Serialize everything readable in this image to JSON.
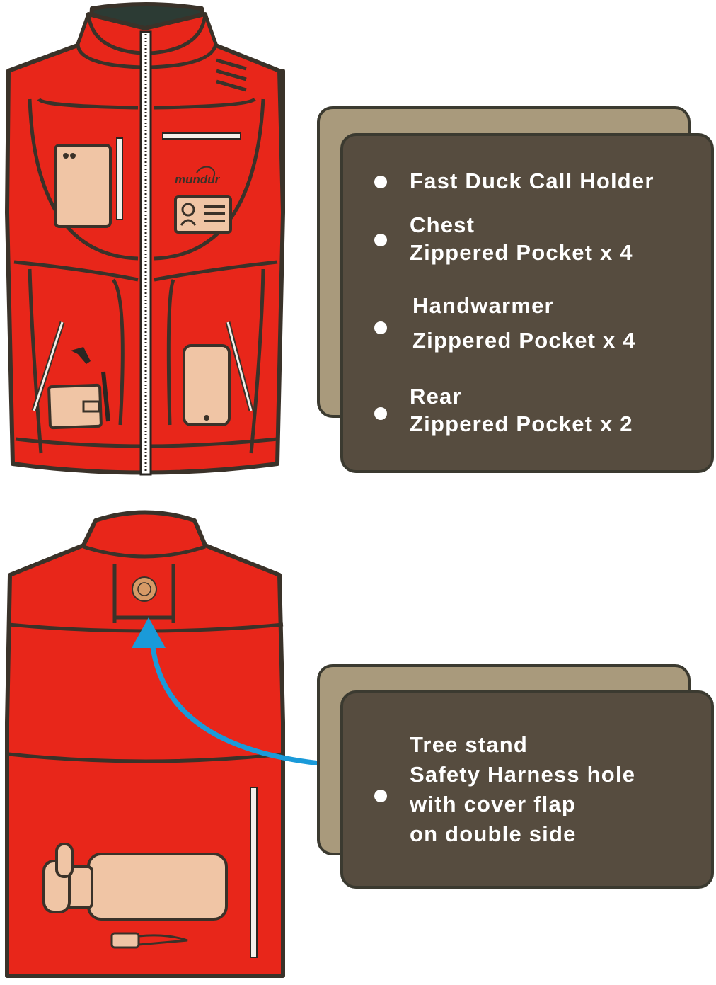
{
  "brand": {
    "logo_text": "mundur"
  },
  "features_top": [
    {
      "lines": [
        "Fast Duck Call Holder"
      ]
    },
    {
      "lines": [
        "Chest",
        "Zippered Pocket x 4"
      ]
    },
    {
      "lines": [
        "Handwarmer",
        "Zippered  Pocket x 4"
      ]
    },
    {
      "lines": [
        "Rear",
        "Zippered Pocket x 2"
      ]
    }
  ],
  "features_bottom": [
    {
      "lines": [
        "Tree stand",
        "Safety Harness hole",
        "with cover flap",
        "on double side"
      ]
    }
  ],
  "colors": {
    "vest_red": "#e8261a",
    "vest_outline": "#3a3229",
    "pocket_fill": "#f0c5a5",
    "card_front": "#564c3f",
    "card_back": "#a99a7c",
    "arrow": "#1a9ad9"
  }
}
